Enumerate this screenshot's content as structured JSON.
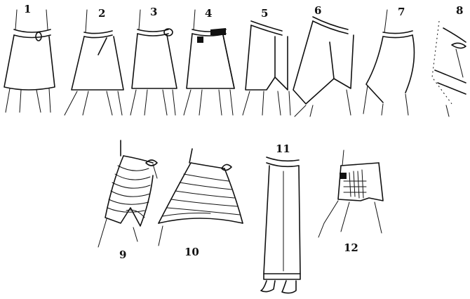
{
  "figures": [
    {
      "number": "1"
    },
    {
      "number": "2"
    },
    {
      "number": "3"
    },
    {
      "number": "4"
    },
    {
      "number": "5"
    },
    {
      "number": "6"
    },
    {
      "number": "7"
    },
    {
      "number": "8"
    },
    {
      "number": "9"
    },
    {
      "number": "10"
    },
    {
      "number": "11"
    },
    {
      "number": "12"
    }
  ],
  "colors": {
    "ink": "#111111",
    "paper": "#ffffff"
  }
}
